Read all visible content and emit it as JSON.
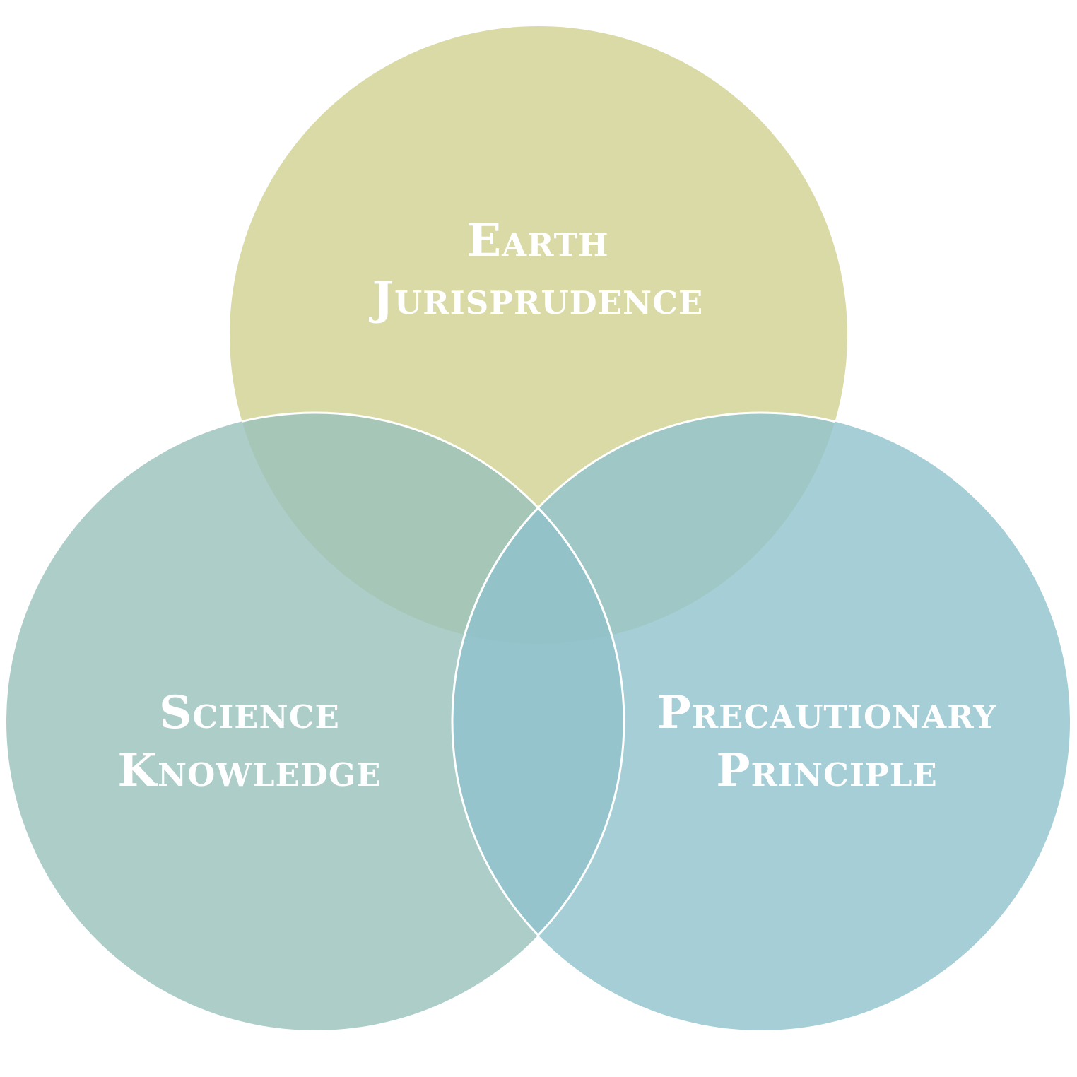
{
  "colors": {
    "earth": "#d4d398",
    "science": "#99c1bb",
    "precaution": "#8ec2cd",
    "label_text": "#ffffff",
    "outline": "#ffffff"
  },
  "circles": [
    {
      "id": "earth",
      "label_line1": "Earth",
      "label_line2": "Jurisprudence"
    },
    {
      "id": "science",
      "label_line1": "Science",
      "label_line2": "Knowledge"
    },
    {
      "id": "precaution",
      "label_line1": "Precautionary",
      "label_line2": "Principle"
    }
  ]
}
